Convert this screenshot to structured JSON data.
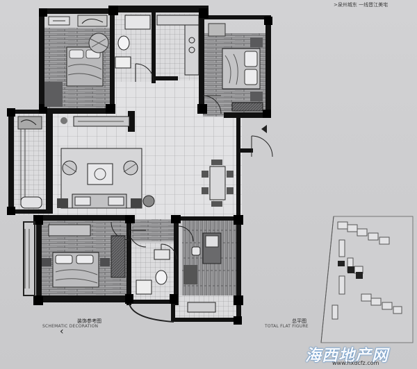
{
  "header": {
    "location_text": ">泉州城东 一线晋江美宅"
  },
  "captions": {
    "decoration_cn": "装饰参考图",
    "decoration_en": "SCHEMATIC DECORATION",
    "total_cn": "总平图",
    "total_en": "TOTAL FLAT FIGURE"
  },
  "nav": {
    "arrow": "‹"
  },
  "watermark": {
    "brand": "海西地产网",
    "url": "www.hxdcfz.com"
  },
  "colors": {
    "wall": "#111111",
    "floor_tile": "#e4e4e6",
    "wood": "#8f8f8f"
  }
}
